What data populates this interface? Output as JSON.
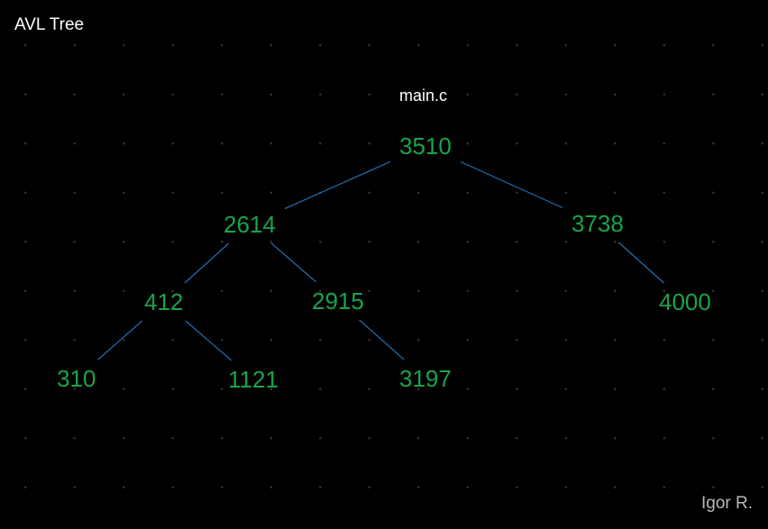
{
  "header": {
    "title": "AVL Tree"
  },
  "file": {
    "name": "main.c"
  },
  "footer": {
    "author": "Igor R."
  },
  "colors": {
    "background": "#000000",
    "node_text": "#1aa34a",
    "edge": "#1f6fb5",
    "label_text": "#ffffff",
    "author_text": "#b8b8b8"
  },
  "tree": {
    "nodes": [
      {
        "id": "n3510",
        "label": "3510"
      },
      {
        "id": "n2614",
        "label": "2614"
      },
      {
        "id": "n3738",
        "label": "3738"
      },
      {
        "id": "n412",
        "label": "412"
      },
      {
        "id": "n2915",
        "label": "2915"
      },
      {
        "id": "n4000",
        "label": "4000"
      },
      {
        "id": "n310",
        "label": "310"
      },
      {
        "id": "n1121",
        "label": "1121"
      },
      {
        "id": "n3197",
        "label": "3197"
      }
    ],
    "edges": [
      {
        "from": "n3510",
        "to": "n2614"
      },
      {
        "from": "n3510",
        "to": "n3738"
      },
      {
        "from": "n2614",
        "to": "n412"
      },
      {
        "from": "n2614",
        "to": "n2915"
      },
      {
        "from": "n3738",
        "to": "n4000"
      },
      {
        "from": "n412",
        "to": "n310"
      },
      {
        "from": "n412",
        "to": "n1121"
      },
      {
        "from": "n2915",
        "to": "n3197"
      }
    ]
  }
}
